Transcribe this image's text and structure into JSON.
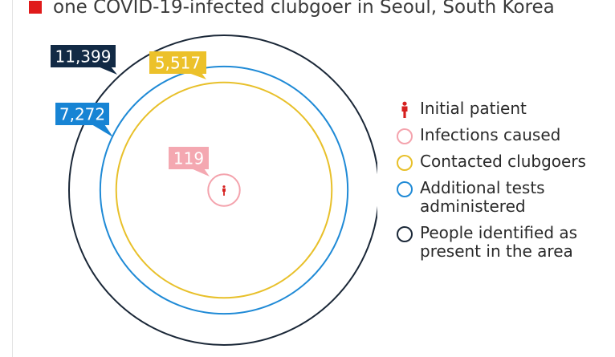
{
  "title": {
    "text": "one COVID-19-infected clubgoer in Seoul, South Korea",
    "square_color": "#e01a1a"
  },
  "legend": [
    {
      "label": "Initial patient",
      "marker": "person-icon",
      "color": "#d6201f"
    },
    {
      "label": "Infections caused",
      "marker": "ring",
      "color": "#f4a3ad"
    },
    {
      "label": "Contacted clubgoers",
      "marker": "ring",
      "color": "#e8c02a"
    },
    {
      "label": "Additional tests\nadministered",
      "marker": "ring",
      "color": "#1f8ad6"
    },
    {
      "label": "People identified as\npresent in the area",
      "marker": "ring",
      "color": "#1b2838"
    }
  ],
  "chart_data": {
    "type": "concentric-circles",
    "initial_patient": {
      "color": "#d6201f",
      "icon": "person-icon"
    },
    "circles": [
      {
        "label": "People identified as present in the area",
        "value": 11399,
        "display": "11,399",
        "color": "#1b2838",
        "label_bg": "#122a45",
        "label_text_color": "#ffffff"
      },
      {
        "label": "Additional tests administered",
        "value": 7272,
        "display": "7,272",
        "color": "#1f8ad6",
        "label_bg": "#1784d4",
        "label_text_color": "#ffffff"
      },
      {
        "label": "Contacted clubgoers",
        "value": 5517,
        "display": "5,517",
        "color": "#e8c02a",
        "label_bg": "#ecc12a",
        "label_text_color": "#ffffff"
      },
      {
        "label": "Infections caused",
        "value": 119,
        "display": "119",
        "color": "#f4a3ad",
        "label_bg": "#f4a8b1",
        "label_text_color": "#ffffff"
      }
    ]
  }
}
